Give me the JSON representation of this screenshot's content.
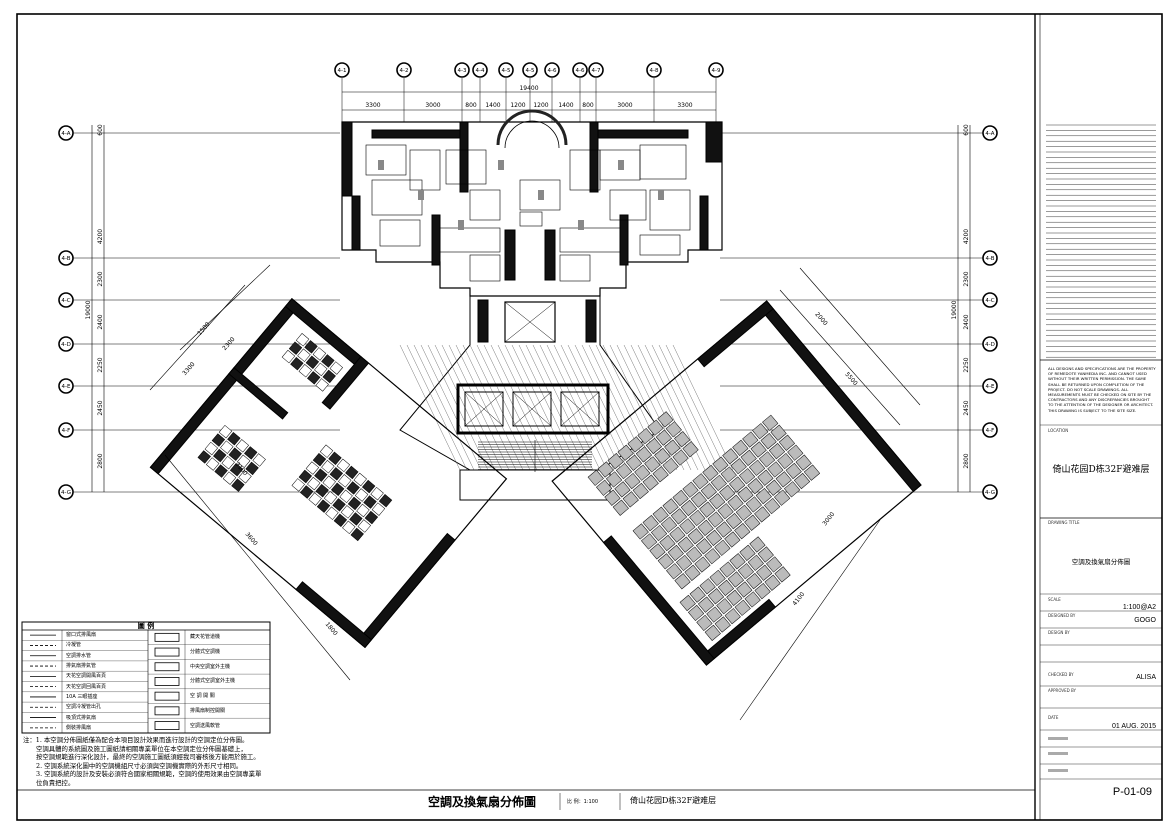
{
  "drawing": {
    "title": "空調及換氣扇分佈圖",
    "scale_text": "比 例：1:100",
    "project_title_bottom": "倚山花园D栋32F避难层"
  },
  "grid_top": [
    "4-1",
    "4-2",
    "4-3",
    "4-4",
    "4-5",
    "4-5",
    "4-6",
    "4-6",
    "4-7",
    "4-8",
    "4-9"
  ],
  "dims_top": [
    "3300",
    "3000",
    "800",
    "1400",
    "1200",
    "1200",
    "1400",
    "800",
    "3000",
    "3300"
  ],
  "dim_overall_top": "19400",
  "grid_left": [
    "4-A",
    "4-B",
    "4-C",
    "4-D",
    "4-E",
    "4-F",
    "4-G"
  ],
  "dims_left": [
    "600",
    "4200",
    "2300",
    "2400",
    "2250",
    "2450",
    "2800"
  ],
  "dim_overall_left": "19000",
  "grid_right": [
    "4-A",
    "4-B",
    "4-C",
    "4-D",
    "4-E",
    "4-F",
    "4-G"
  ],
  "dims_right": [
    "600",
    "4200",
    "2300",
    "2400",
    "2250",
    "2450",
    "2800"
  ],
  "dim_overall_right": "19000",
  "wing_dims": [
    "1500",
    "2300",
    "3300",
    "3100",
    "3600",
    "1800",
    "2000",
    "5500",
    "3000",
    "4100"
  ],
  "legend": {
    "header": "圖 例",
    "left_items": [
      "窗口式排風扇",
      "冷凝管",
      "空調排水管",
      "排氣扇排氣管",
      "天花空調開風百頁",
      "天花空調回風百頁",
      "10A 三眼插座",
      "空調冷凝管出孔",
      "吸頂式排氣扇",
      "側裝排風扇"
    ],
    "right_items": [
      "藏天花管道機",
      "分體式空調機",
      "中央空調室外主機",
      "分體式空調室外主機",
      "空 調 開 關",
      "排風扇制控開關",
      "空調送風軟管"
    ]
  },
  "notes": [
    "注：1. 本空調分佈圖紙僅為配合本項目設計效果而進行設計的空調定位分佈圖。",
    "空調具體的系統圖及施工圖紙請相關專業單位在本空調定位分佈圖基礎上，",
    "按空調規範進行深化設計，最終的空調施工圖紙須經我司審核後方能用於施工。",
    "2. 空調系統深化圖中的空調機組尺寸必須與空調機實際的外形尺寸相同。",
    "3. 空調系統的設計及安裝必須符合國家相關規範，空調的使用效果由空調專業單",
    "位負責把控。"
  ],
  "title_block": {
    "disclaimer": "ALL DESIGNS AND SPECIFICATIONS ARE THE PROPERTY OF REMEDOTE YANMEDIA INC. AND CANNOT USED WITHOUT THEIR WRITTEN PERMISSION. THE SAME SHALL BE RETURNED UPON COMPLETION OF THE PROJECT. DO NOT SCALE DRAWINGS. ALL MEASUREMENTS MUST BE CHECKED ON SITE BY THE CONTRACTORS AND ANY DISCREPANCIES BROUGHT TO THE ATTENTION OF THE DESIGNER OR ARCHITECT. THIS DRAWING IS SUBJECT TO THE SITE SIZE.",
    "location_label": "LOCATION",
    "location_value": "倚山花园D栋32F避难层",
    "drawing_title_label": "DRAWING TITLE",
    "drawing_title_value": "空調及換氣扇分佈圖",
    "scale_label": "SCALE",
    "scale_value": "1:100@A2",
    "drawn_label": "DESIGNED BY",
    "drawn_value": "GOGO",
    "design_label": "DESIGN BY",
    "checked_label": "CHECKED BY",
    "checked_value": "ALISA",
    "approved_label": "APPROVED BY",
    "date_label": "DATE",
    "date_value": "01 AUG. 2015",
    "sheet_no": "P-01-09"
  }
}
